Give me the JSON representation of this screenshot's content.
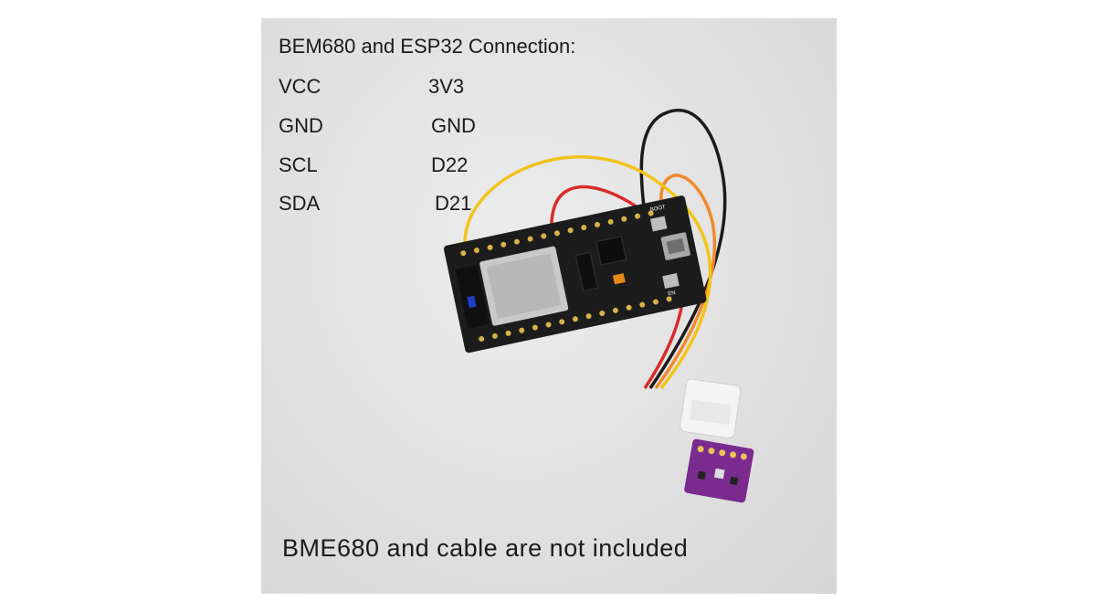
{
  "header": {
    "title": "BEM680 and ESP32 Connection:"
  },
  "pins": [
    {
      "sensor": "VCC",
      "esp32": "3V3"
    },
    {
      "sensor": "GND",
      "esp32": "GND"
    },
    {
      "sensor": "SCL",
      "esp32": "D22"
    },
    {
      "sensor": "SDA",
      "esp32": "D21"
    }
  ],
  "footer": {
    "note": "BME680 and cable are not included"
  },
  "board": {
    "button_label": "BOOT",
    "en_label": "EN"
  }
}
